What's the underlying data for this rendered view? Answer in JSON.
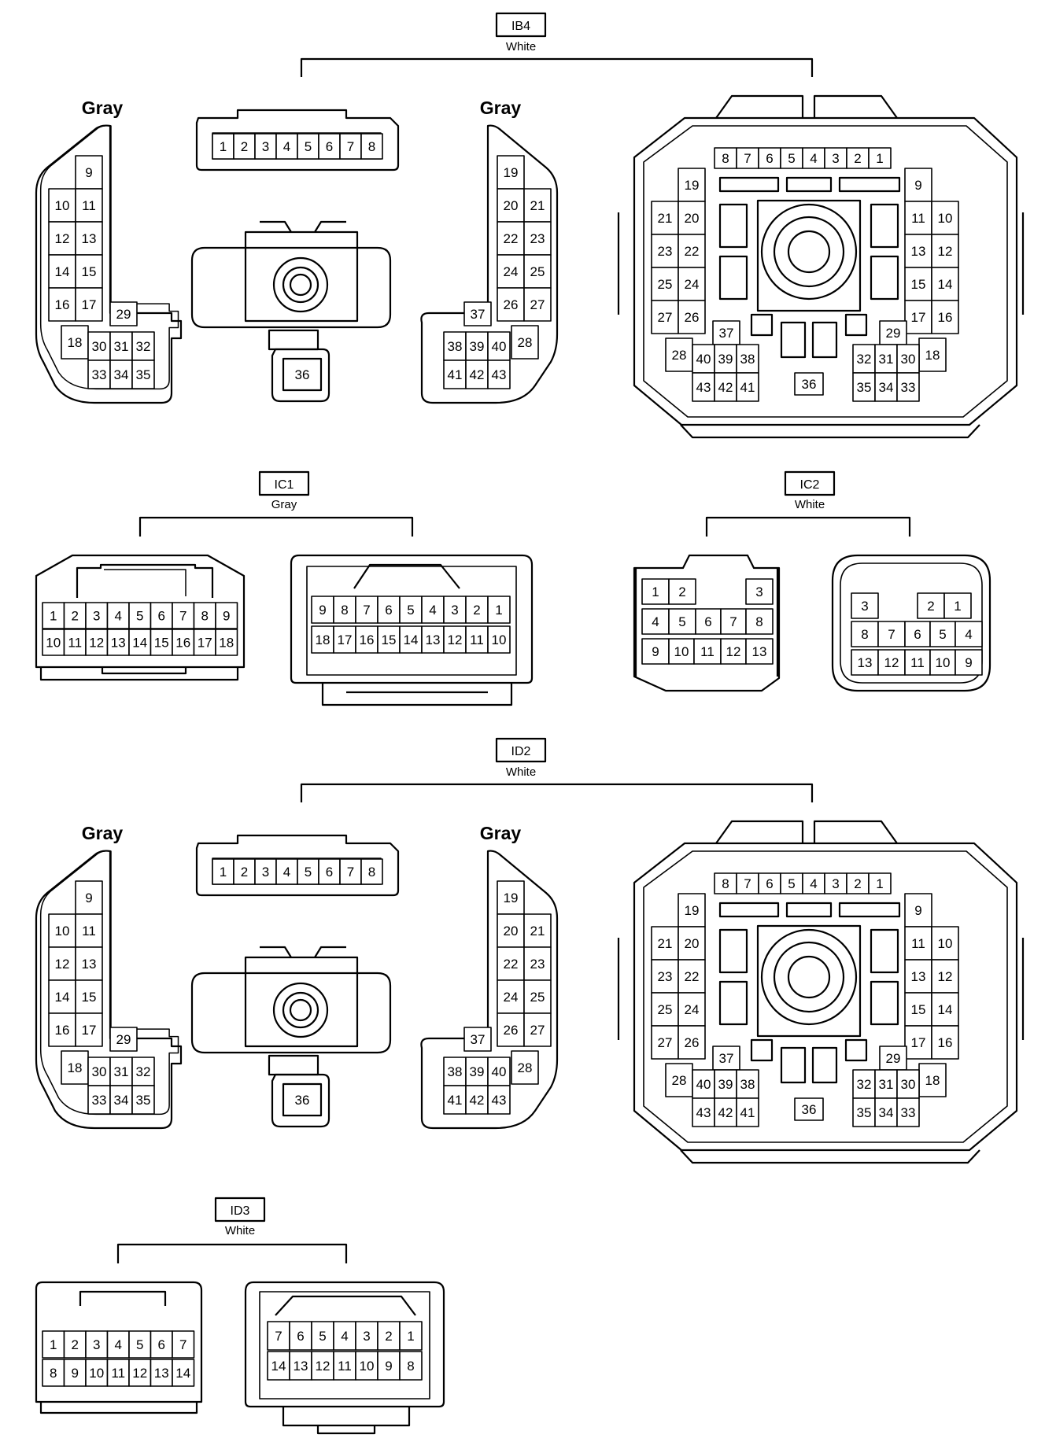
{
  "connectors": {
    "ib4": {
      "code": "IB4",
      "color": "White",
      "housing_a_color": "Gray",
      "housing_b_color": "Gray",
      "plug_top_pins": [
        "1",
        "2",
        "3",
        "4",
        "5",
        "6",
        "7",
        "8"
      ],
      "plug_bottom_pin": "36",
      "left_pins": [
        "9",
        "10",
        "11",
        "12",
        "13",
        "14",
        "15",
        "16",
        "17",
        "18",
        "29",
        "30",
        "31",
        "32",
        "33",
        "34",
        "35"
      ],
      "right_pins": [
        "19",
        "20",
        "21",
        "22",
        "23",
        "24",
        "25",
        "26",
        "27",
        "28",
        "37",
        "38",
        "39",
        "40",
        "41",
        "42",
        "43"
      ],
      "big_pins": [
        "8",
        "7",
        "6",
        "5",
        "4",
        "3",
        "2",
        "1",
        "19",
        "21",
        "20",
        "23",
        "22",
        "25",
        "24",
        "27",
        "26",
        "28",
        "37",
        "40",
        "39",
        "38",
        "43",
        "42",
        "41",
        "9",
        "11",
        "10",
        "13",
        "12",
        "15",
        "14",
        "17",
        "16",
        "29",
        "18",
        "32",
        "31",
        "30",
        "35",
        "34",
        "33",
        "36"
      ]
    },
    "ic1": {
      "code": "IC1",
      "color": "Gray",
      "left_pins": [
        "1",
        "2",
        "3",
        "4",
        "5",
        "6",
        "7",
        "8",
        "9",
        "10",
        "11",
        "12",
        "13",
        "14",
        "15",
        "16",
        "17",
        "18"
      ],
      "right_pins": [
        "9",
        "8",
        "7",
        "6",
        "5",
        "4",
        "3",
        "2",
        "1",
        "18",
        "17",
        "16",
        "15",
        "14",
        "13",
        "12",
        "11",
        "10"
      ]
    },
    "ic2": {
      "code": "IC2",
      "color": "White",
      "left_pins": [
        "1",
        "2",
        "3",
        "4",
        "5",
        "6",
        "7",
        "8",
        "9",
        "10",
        "11",
        "12",
        "13"
      ],
      "right_pins": [
        "3",
        "2",
        "1",
        "8",
        "7",
        "6",
        "5",
        "4",
        "13",
        "12",
        "11",
        "10",
        "9"
      ]
    },
    "id2": {
      "code": "ID2",
      "color": "White",
      "housing_a_color": "Gray",
      "housing_b_color": "Gray",
      "plug_top_pins": [
        "1",
        "2",
        "3",
        "4",
        "5",
        "6",
        "7",
        "8"
      ],
      "plug_bottom_pin": "36",
      "left_pins": [
        "9",
        "10",
        "11",
        "12",
        "13",
        "14",
        "15",
        "16",
        "17",
        "18",
        "29",
        "30",
        "31",
        "32",
        "33",
        "34",
        "35"
      ],
      "right_pins": [
        "19",
        "20",
        "21",
        "22",
        "23",
        "24",
        "25",
        "26",
        "27",
        "28",
        "37",
        "38",
        "39",
        "40",
        "41",
        "42",
        "43"
      ],
      "big_pins": [
        "8",
        "7",
        "6",
        "5",
        "4",
        "3",
        "2",
        "1",
        "19",
        "21",
        "20",
        "23",
        "22",
        "25",
        "24",
        "27",
        "26",
        "28",
        "37",
        "40",
        "39",
        "38",
        "43",
        "42",
        "41",
        "9",
        "11",
        "10",
        "13",
        "12",
        "15",
        "14",
        "17",
        "16",
        "29",
        "18",
        "32",
        "31",
        "30",
        "35",
        "34",
        "33",
        "36"
      ]
    },
    "id3": {
      "code": "ID3",
      "color": "White",
      "left_pins": [
        "1",
        "2",
        "3",
        "4",
        "5",
        "6",
        "7",
        "8",
        "9",
        "10",
        "11",
        "12",
        "13",
        "14"
      ],
      "right_pins": [
        "7",
        "6",
        "5",
        "4",
        "3",
        "2",
        "1",
        "14",
        "13",
        "12",
        "11",
        "10",
        "9",
        "8"
      ]
    }
  }
}
